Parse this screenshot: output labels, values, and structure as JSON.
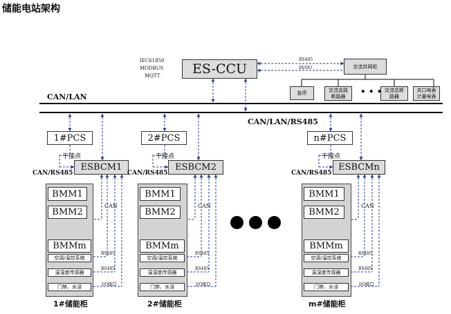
{
  "title": "储能电站架构",
  "protocols": [
    "IEC61850",
    "MODBUS",
    "MQTT"
  ],
  "es_ccu": "ES-CCU",
  "rs485": "RS485",
  "di_do": "DI/DO",
  "grid_box": "交流并网柜",
  "sub_boxes": [
    {
      "l1": "急停",
      "l2": ""
    },
    {
      "l1": "交流支路",
      "l2": "断路器"
    },
    {
      "l1": "交流总断",
      "l2": "路器"
    },
    {
      "l1": "关口电表",
      "l2": "计量电表"
    }
  ],
  "ellipsis_small": "• • •",
  "bus_can_lan": "CAN/LAN",
  "bus_can_lan_rs485": "CAN/LAN/RS485",
  "dry_contact": "干接点",
  "can_rs485": "CAN/RS485",
  "can": "CAN",
  "io_port": "I/O接口",
  "bmm_first": "BMM1",
  "bmm_second": "BMM2",
  "bmm_last": "BMMm",
  "hvac": "空调/温控系统",
  "sensor": "温湿度传感器",
  "door": "门禁、水浸",
  "cabinets": [
    {
      "pcs": "1#PCS",
      "esbcm": "ESBCM1",
      "label": "1#储能柜"
    },
    {
      "pcs": "2#PCS",
      "esbcm": "ESBCM2",
      "label": "2#储能柜"
    },
    {
      "pcs": "n#PCS",
      "esbcm": "ESBCMn",
      "label": "m#储能柜"
    }
  ]
}
